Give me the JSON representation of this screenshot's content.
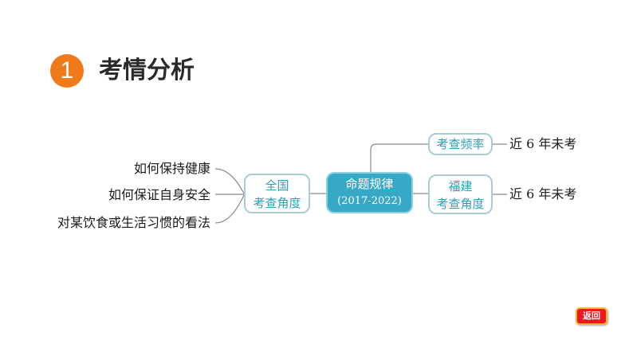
{
  "title": {
    "number": "1",
    "text": "考情分析"
  },
  "center_node": {
    "line1": "命题规律",
    "line2": "(2017-2022)"
  },
  "left_node": {
    "line1": "全国",
    "line2": "考查角度"
  },
  "right_top_node": {
    "line1": "考查频率"
  },
  "right_bottom_node": {
    "line1": "福建",
    "line2": "考查角度"
  },
  "left_leaves": [
    "如何保持健康",
    "如何保证自身安全",
    "对某饮食或生活习惯的看法"
  ],
  "right_top_leaf": "近 6 年未考",
  "right_bottom_leaf": "近 6 年未考",
  "back_button": {
    "label": "返回"
  },
  "colors": {
    "badge": "#f07a1a",
    "center_fill": "#37a9c7",
    "node_border": "#a9cdd4",
    "node_text": "#2aa0b8",
    "connector": "#8a8a8a",
    "back_button": "#e8191f"
  }
}
